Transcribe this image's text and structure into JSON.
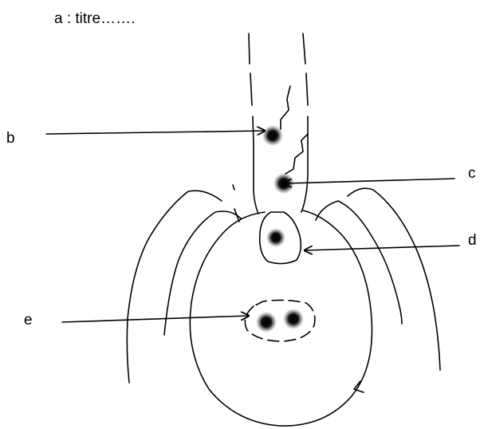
{
  "diagram": {
    "title": "a : titre…….",
    "labels": {
      "b": "b",
      "c": "c",
      "d": "d",
      "e": "e"
    }
  },
  "colors": {
    "ink": "#000000",
    "background": "#ffffff"
  }
}
